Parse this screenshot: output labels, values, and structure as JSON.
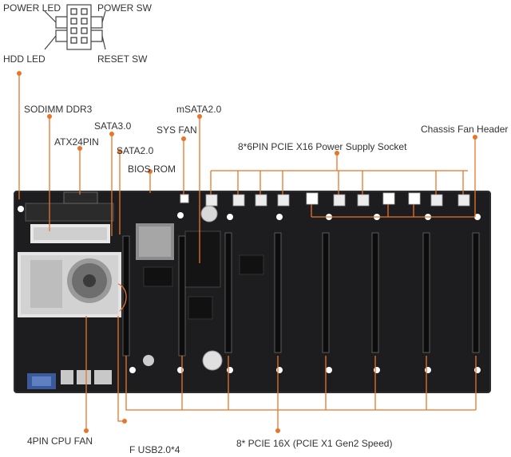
{
  "labels": {
    "power_led": "POWER LED",
    "power_sw": "POWER SW",
    "hdd_led": "HDD  LED",
    "reset_sw": "RESET SW",
    "sodimm": "SODIMM DDR3",
    "msata": "mSATA2.0",
    "sata3": "SATA3.0",
    "sys_fan": "SYS FAN",
    "chassis_fan": "Chassis Fan Header",
    "atx24": "ATX24PIN",
    "pcie_power": "8*6PIN PCIE X16 Power Supply Socket",
    "sata2": "SATA2.0",
    "bios_rom": "BIOS ROM",
    "cpu_fan": "4PIN CPU FAN",
    "usb": "F USB2.0*4",
    "pcie_slots": "8* PCIE 16X (PCIE X1 Gen2 Speed)"
  },
  "colors": {
    "leader": "#e8752a",
    "board": "#1d1d1f",
    "text": "#333333"
  },
  "counts": {
    "pcie_slots": 8,
    "pcie_power_sockets": 8
  }
}
